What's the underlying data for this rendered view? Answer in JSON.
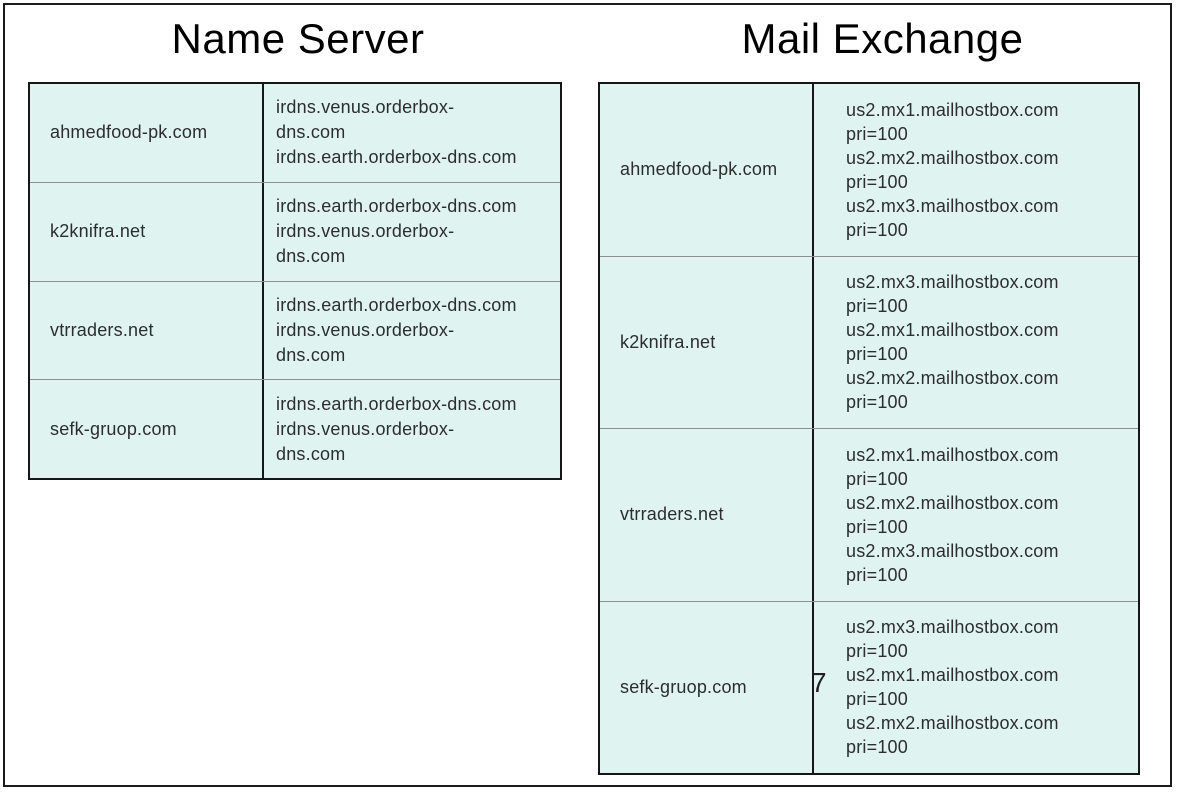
{
  "colors": {
    "cell_background": "#dff4f0",
    "table_border": "#161616",
    "row_divider": "#8f8f8f",
    "frame_border": "#1b1b1b",
    "text": "#2d2d2d",
    "title_text": "#000000",
    "page_background": "#ffffff"
  },
  "stray_character": "7",
  "sections": [
    {
      "title": "Name Server",
      "rows": [
        {
          "domain": "ahmedfood-pk.com",
          "record_lines": [
            "irdns.venus.orderbox-",
            "dns.com",
            "irdns.earth.orderbox-dns.com"
          ]
        },
        {
          "domain": "k2knifra.net",
          "record_lines": [
            "irdns.earth.orderbox-dns.com",
            "irdns.venus.orderbox-",
            "dns.com"
          ]
        },
        {
          "domain": "vtrraders.net",
          "record_lines": [
            "irdns.earth.orderbox-dns.com",
            "irdns.venus.orderbox-",
            "dns.com"
          ]
        },
        {
          "domain": "sefk-gruop.com",
          "record_lines": [
            "irdns.earth.orderbox-dns.com",
            "irdns.venus.orderbox-",
            "dns.com"
          ]
        }
      ]
    },
    {
      "title": "Mail Exchange",
      "rows": [
        {
          "domain": "ahmedfood-pk.com",
          "record_lines": [
            "us2.mx1.mailhostbox.com",
            "pri=100",
            "us2.mx2.mailhostbox.com",
            "pri=100",
            "us2.mx3.mailhostbox.com",
            "pri=100"
          ]
        },
        {
          "domain": "k2knifra.net",
          "record_lines": [
            "us2.mx3.mailhostbox.com",
            "pri=100",
            "us2.mx1.mailhostbox.com",
            "pri=100",
            "us2.mx2.mailhostbox.com",
            "pri=100"
          ]
        },
        {
          "domain": "vtrraders.net",
          "record_lines": [
            "us2.mx1.mailhostbox.com",
            "pri=100",
            "us2.mx2.mailhostbox.com",
            "pri=100",
            "us2.mx3.mailhostbox.com",
            "pri=100"
          ]
        },
        {
          "domain": "sefk-gruop.com",
          "record_lines": [
            "us2.mx3.mailhostbox.com",
            "pri=100",
            "us2.mx1.mailhostbox.com",
            "pri=100",
            "us2.mx2.mailhostbox.com",
            "pri=100"
          ]
        }
      ]
    }
  ]
}
